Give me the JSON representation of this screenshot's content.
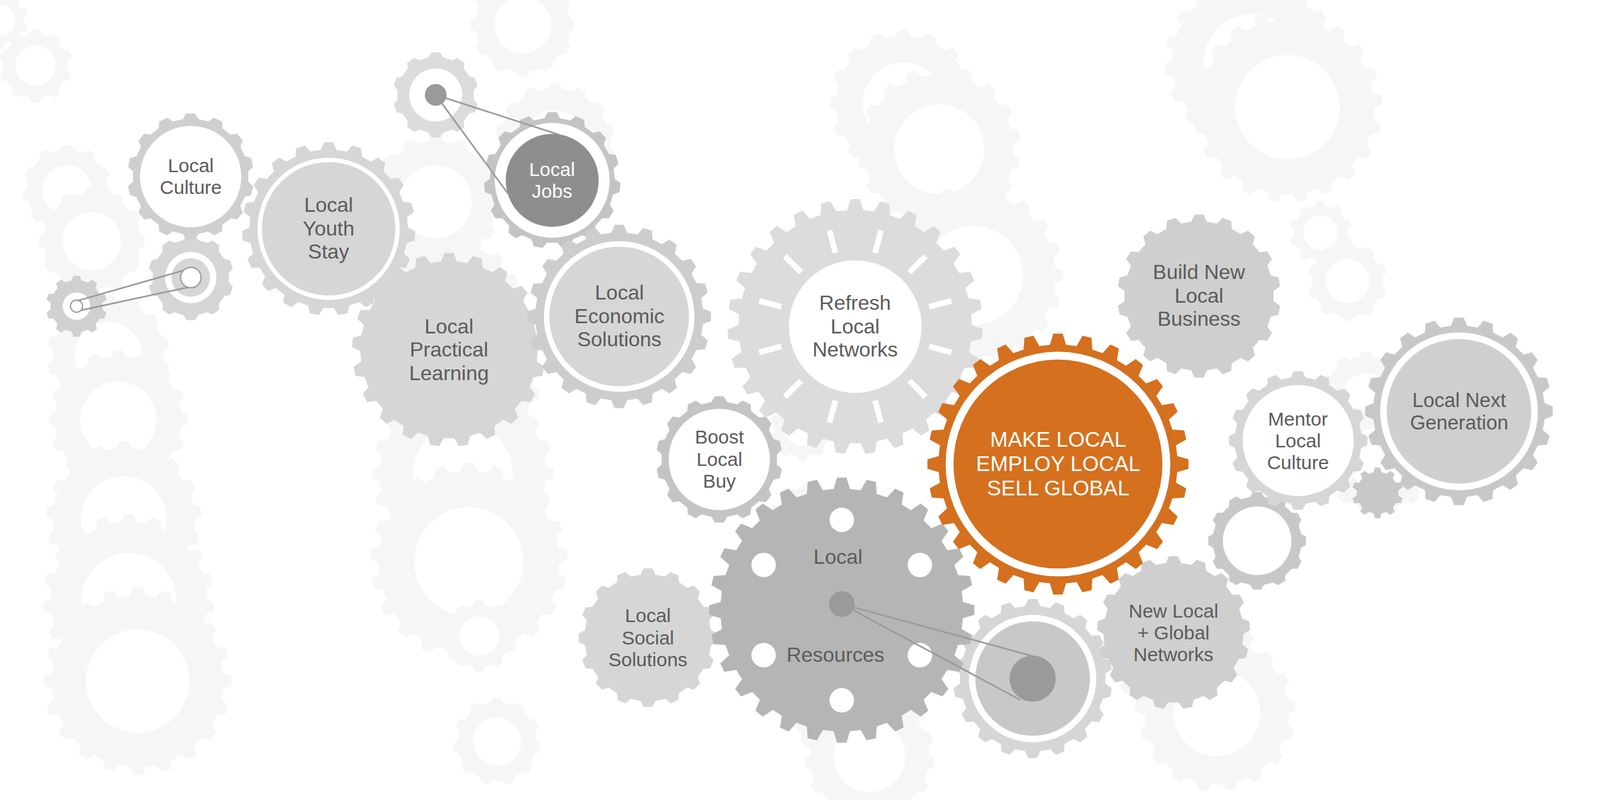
{
  "diagram": {
    "nodes": [
      {
        "text": [
          "Local Culture"
        ]
      },
      {
        "text": [
          "Local Youth Stay"
        ]
      },
      {
        "text": [
          "Local Jobs"
        ]
      },
      {
        "text": [
          "Local Practical Learning"
        ]
      },
      {
        "text": [
          "Local Economic Solutions"
        ]
      },
      {
        "text": [
          "Refresh Local Networks"
        ]
      },
      {
        "text": [
          "Build New Local Business"
        ]
      },
      {
        "text": [
          "Boost Local Buy"
        ]
      },
      {
        "text": [
          "MAKE LOCAL EMPLOY LOCAL SELL GLOBAL"
        ]
      },
      {
        "text": [
          "Mentor Local Culture"
        ]
      },
      {
        "text": [
          "Local Next Generation"
        ]
      },
      {
        "text": [
          "Local Social Solutions"
        ]
      },
      {
        "text": [
          "Local",
          "Resources"
        ]
      },
      {
        "text": [
          "New Local + Global Networks"
        ]
      }
    ]
  }
}
